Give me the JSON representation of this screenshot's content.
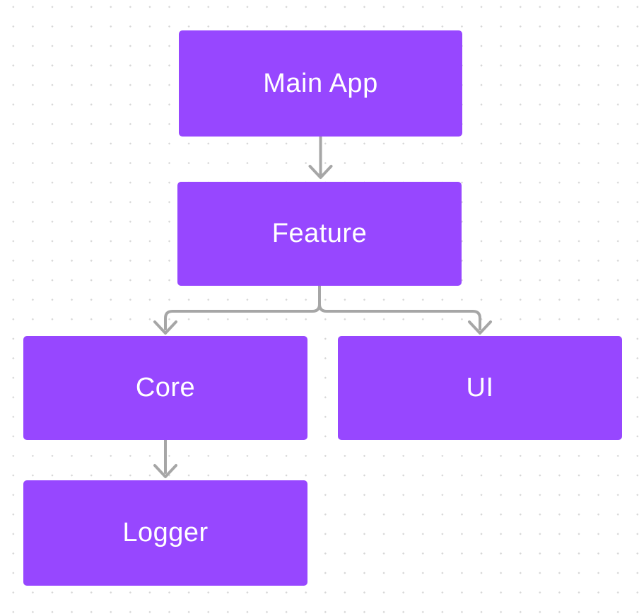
{
  "diagram": {
    "type": "flowchart-top-down",
    "colors": {
      "node_fill": "#9747FF",
      "node_text": "#FFFFFF",
      "connector": "#A6A6A6",
      "background": "#FFFFFF",
      "grid_dot": "#D6D6D6"
    },
    "nodes": [
      {
        "id": "main-app",
        "label": "Main App"
      },
      {
        "id": "feature",
        "label": "Feature"
      },
      {
        "id": "core",
        "label": "Core"
      },
      {
        "id": "ui",
        "label": "UI"
      },
      {
        "id": "logger",
        "label": "Logger"
      }
    ],
    "edges": [
      {
        "from": "Main App",
        "to": "Feature"
      },
      {
        "from": "Feature",
        "to": "Core"
      },
      {
        "from": "Feature",
        "to": "UI"
      },
      {
        "from": "Core",
        "to": "Logger"
      }
    ]
  }
}
